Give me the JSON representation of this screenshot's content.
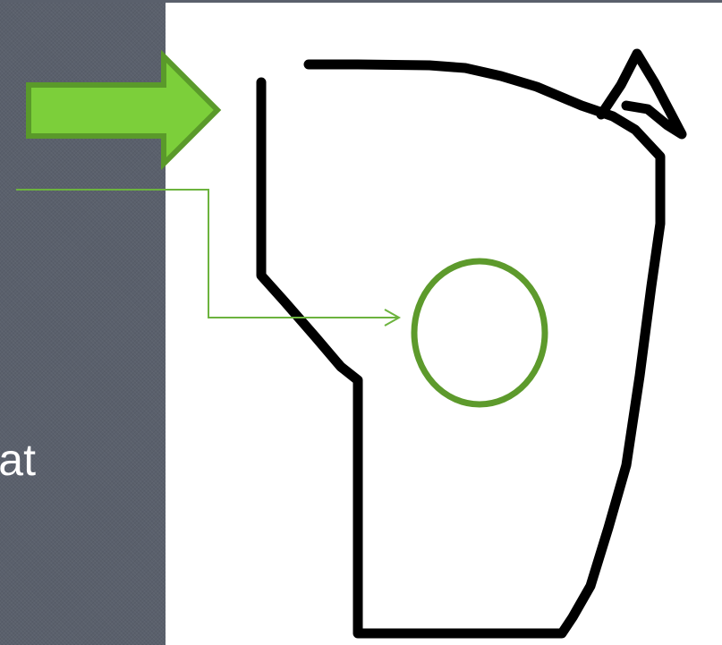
{
  "slide": {
    "side_text": "at"
  },
  "colors": {
    "panel": "#5a606c",
    "arrow_fill": "#7ccf3a",
    "arrow_stroke": "#5a9a2a",
    "callout_line": "#6cb33e",
    "circle": "#5d9a2c",
    "sketch": "#000000"
  },
  "icons": {
    "block_arrow": "right-arrow-icon",
    "callout": "elbow-connector-arrow",
    "marker": "circle-marker",
    "figure": "hand-drawn-outline"
  }
}
